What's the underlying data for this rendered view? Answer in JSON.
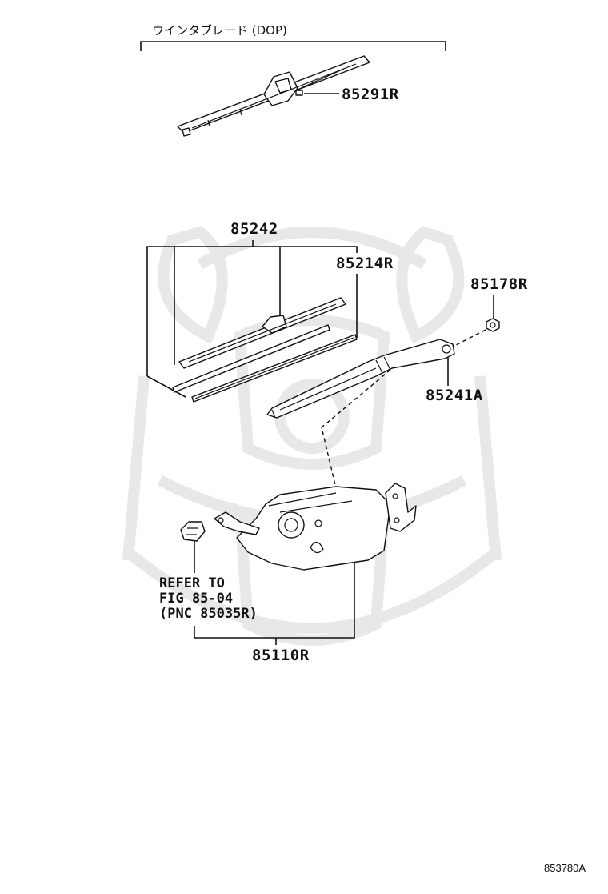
{
  "header": {
    "title": "ウインタブレード (DOP)"
  },
  "parts": [
    {
      "id": "blade-dop",
      "number": "85291R"
    },
    {
      "id": "blade-set",
      "number": "85242"
    },
    {
      "id": "refill",
      "number": "85214R"
    },
    {
      "id": "nut",
      "number": "85178R"
    },
    {
      "id": "arm",
      "number": "85241A"
    },
    {
      "id": "motor",
      "number": "85110R"
    }
  ],
  "reference": {
    "line1": "REFER TO",
    "line2": "FIG 85-04",
    "line3": "(PNC 85035R)"
  },
  "footer": {
    "diagram_code": "853780A"
  }
}
